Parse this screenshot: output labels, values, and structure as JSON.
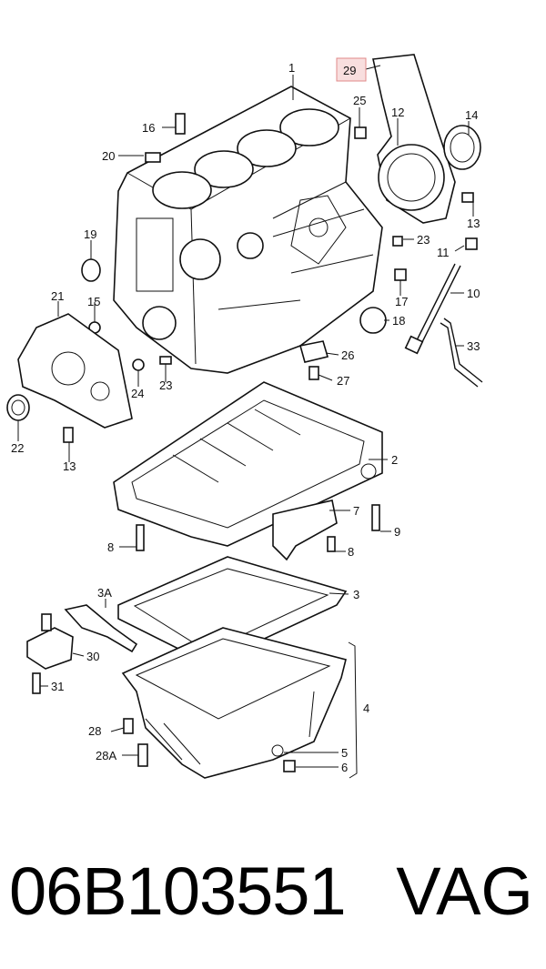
{
  "labels": {
    "l1": "1",
    "l29": "29",
    "l25": "25",
    "l12": "12",
    "l14": "14",
    "l16": "16",
    "l20": "20",
    "l13a": "13",
    "l19": "19",
    "l23a": "23",
    "l11": "11",
    "l10": "10",
    "l15": "15",
    "l21": "21",
    "l17": "17",
    "l18": "18",
    "l33": "33",
    "l26": "26",
    "l27": "27",
    "l24": "24",
    "l23b": "23",
    "l22": "22",
    "l13b": "13",
    "l2": "2",
    "l7": "7",
    "l9": "9",
    "l8a": "8",
    "l8b": "8",
    "l3A": "3A",
    "l3": "3",
    "l30": "30",
    "l31": "31",
    "l4": "4",
    "l28": "28",
    "l28A": "28A",
    "l5": "5",
    "l6": "6"
  },
  "highlight_color": "#f8dede",
  "footer": {
    "part_number": "06B103551",
    "brand": "VAG"
  }
}
